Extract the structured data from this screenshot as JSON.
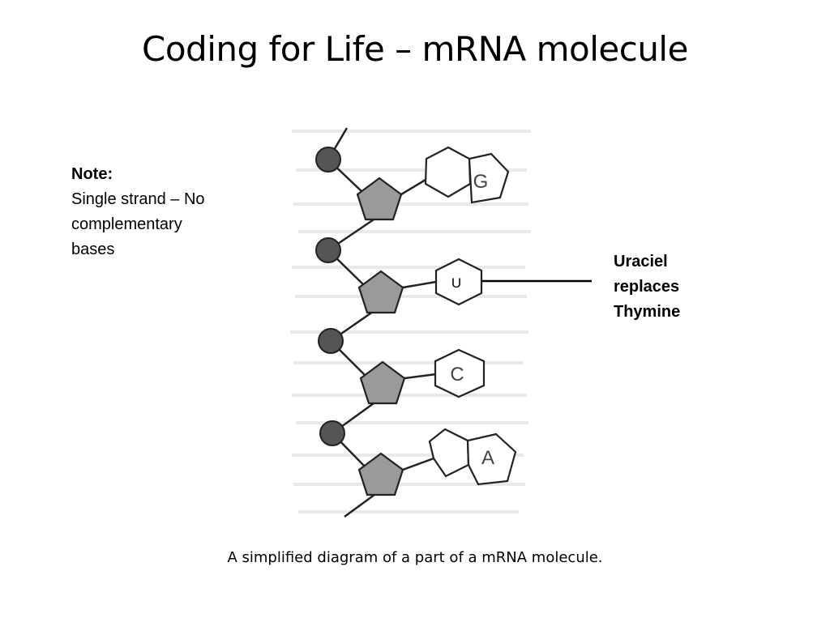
{
  "title": "Coding for Life – mRNA molecule",
  "note": {
    "heading": "Note:",
    "lines": [
      "Single strand – No",
      "complementary",
      "bases"
    ]
  },
  "side_label": {
    "lines": [
      "Uraciel",
      "replaces",
      "Thymine"
    ]
  },
  "bases": [
    "G",
    "U",
    "C",
    "A"
  ],
  "caption": "A simplified diagram of a part of a mRNA molecule."
}
